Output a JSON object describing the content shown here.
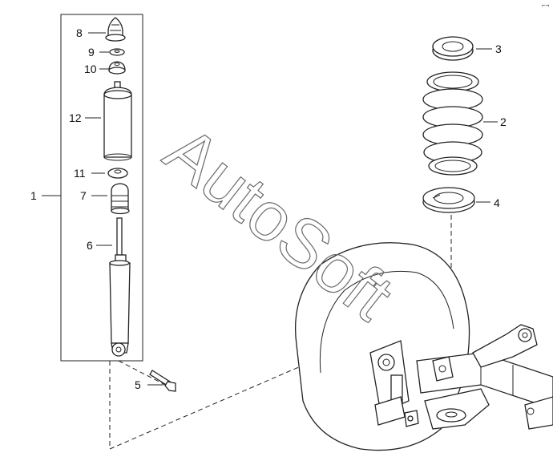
{
  "diagram": {
    "labels": {
      "part_1": "1",
      "part_2": "2",
      "part_3": "3",
      "part_4": "4",
      "part_5": "5",
      "part_6": "6",
      "part_7": "7",
      "part_8": "8",
      "part_9": "9",
      "part_10": "10",
      "part_11": "11",
      "part_12": "12"
    },
    "watermark": "AutoSoft",
    "corner_mark": "⌐¬"
  },
  "colors": {
    "line": "#222222",
    "watermark": "#6a6a6a",
    "background": "#ffffff"
  }
}
